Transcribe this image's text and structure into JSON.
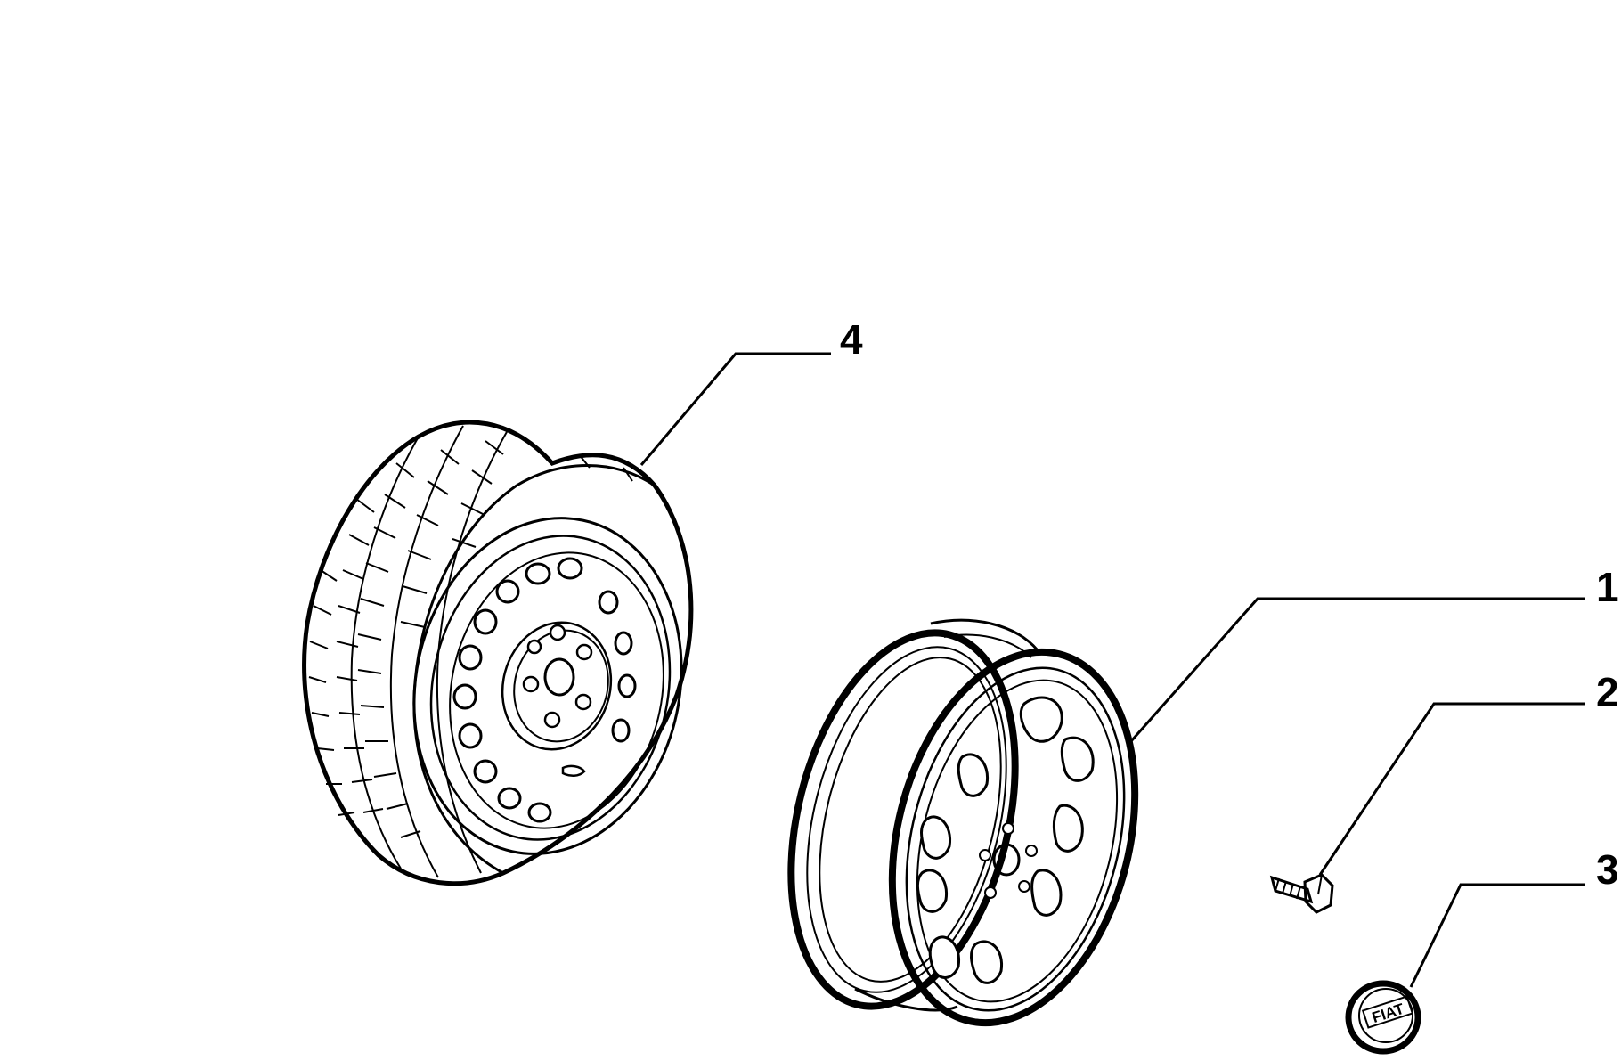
{
  "diagram": {
    "callouts": [
      {
        "id": "4",
        "label": "4"
      },
      {
        "id": "1",
        "label": "1"
      },
      {
        "id": "2",
        "label": "2"
      },
      {
        "id": "3",
        "label": "3"
      }
    ],
    "cap_logo_text": "FIAT",
    "ink_color": "#000000",
    "background_color": "#ffffff"
  }
}
